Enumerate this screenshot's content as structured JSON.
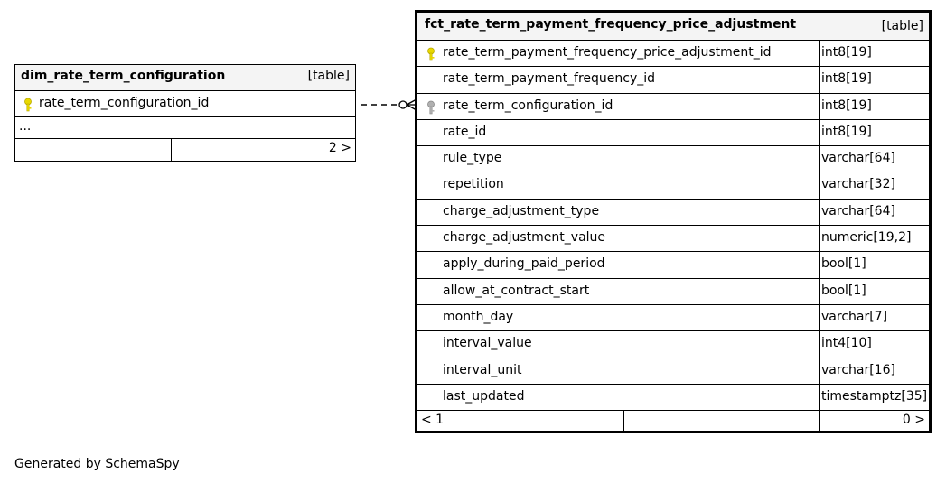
{
  "left_table": {
    "name": "dim_rate_term_configuration",
    "type": "[table]",
    "pk_column": "rate_term_configuration_id",
    "ellipsis": "...",
    "footer_children": "2 >"
  },
  "main_table": {
    "name": "fct_rate_term_payment_frequency_price_adjustment",
    "type": "[table]",
    "columns": [
      {
        "name": "rate_term_payment_frequency_price_adjustment_id",
        "type": "int8[19]",
        "key": "primary"
      },
      {
        "name": "rate_term_payment_frequency_id",
        "type": "int8[19]",
        "key": ""
      },
      {
        "name": "rate_term_configuration_id",
        "type": "int8[19]",
        "key": "foreign"
      },
      {
        "name": "rate_id",
        "type": "int8[19]",
        "key": ""
      },
      {
        "name": "rule_type",
        "type": "varchar[64]",
        "key": ""
      },
      {
        "name": "repetition",
        "type": "varchar[32]",
        "key": ""
      },
      {
        "name": "charge_adjustment_type",
        "type": "varchar[64]",
        "key": ""
      },
      {
        "name": "charge_adjustment_value",
        "type": "numeric[19,2]",
        "key": ""
      },
      {
        "name": "apply_during_paid_period",
        "type": "bool[1]",
        "key": ""
      },
      {
        "name": "allow_at_contract_start",
        "type": "bool[1]",
        "key": ""
      },
      {
        "name": "month_day",
        "type": "varchar[7]",
        "key": ""
      },
      {
        "name": "interval_value",
        "type": "int4[10]",
        "key": ""
      },
      {
        "name": "interval_unit",
        "type": "varchar[16]",
        "key": ""
      },
      {
        "name": "last_updated",
        "type": "timestamptz[35]",
        "key": ""
      }
    ],
    "footer_parents": "< 1",
    "footer_children": "0 >"
  },
  "footer": {
    "generated_by": "Generated by SchemaSpy"
  },
  "colors": {
    "primary_key": "#e8d800",
    "foreign_key": "#b0b0b0",
    "header_bg": "#f4f4f4"
  },
  "icons": {
    "primary_key": "key-icon",
    "foreign_key": "key-icon"
  }
}
